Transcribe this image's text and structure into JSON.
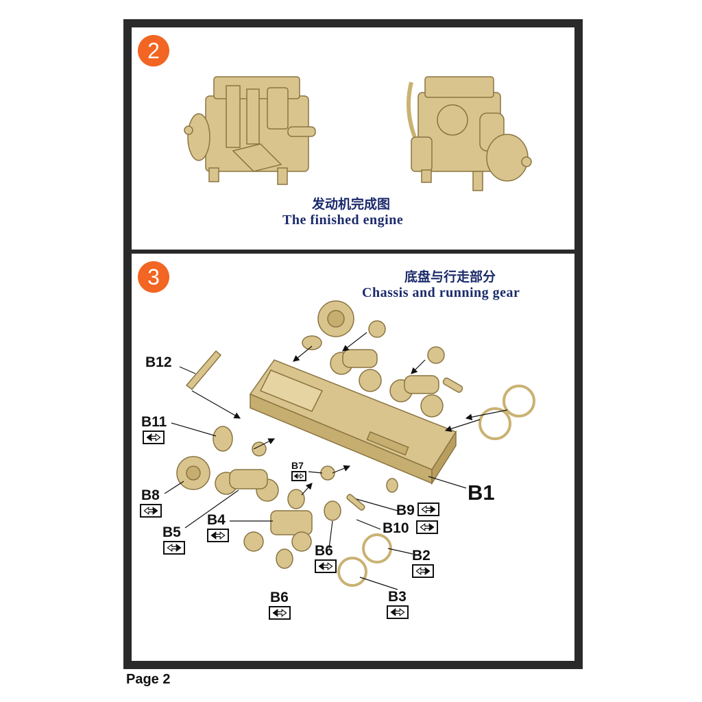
{
  "page": {
    "label": "Page 2"
  },
  "colors": {
    "badge": "#f26522",
    "caption": "#1b2a6b",
    "part": "#d9c48e",
    "frame": "#2a2a2a"
  },
  "step2": {
    "number": "2",
    "caption_zh": "发动机完成图",
    "caption_en": "The finished engine"
  },
  "step3": {
    "number": "3",
    "caption_zh": "底盘与行走部分",
    "caption_en": "Chassis and running gear",
    "parts": {
      "b1": "B1",
      "b2": "B2",
      "b3": "B3",
      "b4": "B4",
      "b5": "B5",
      "b6a": "B6",
      "b6b": "B6",
      "b7": "B7",
      "b8": "B8",
      "b9": "B9",
      "b10": "B10",
      "b11": "B11",
      "b12": "B12"
    },
    "icons": {
      "lr": "left-right-pair-icon"
    }
  }
}
